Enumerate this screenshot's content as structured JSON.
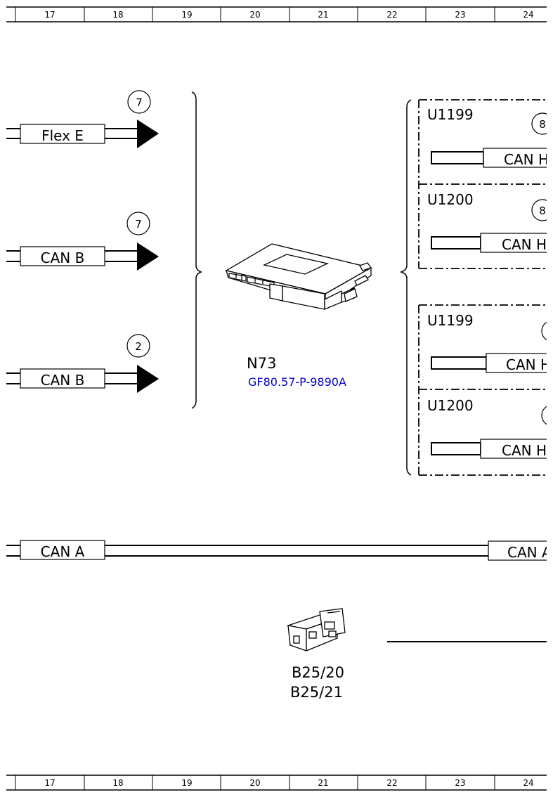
{
  "ruler": {
    "columns": [
      "17",
      "18",
      "19",
      "20",
      "21",
      "22",
      "23",
      "24"
    ]
  },
  "left_signals": [
    {
      "label": "Flex E",
      "marker": "7"
    },
    {
      "label": "CAN B",
      "marker": "7"
    },
    {
      "label": "CAN B",
      "marker": "2"
    }
  ],
  "component": {
    "name": "N73",
    "reference": "GF80.57-P-9890A"
  },
  "right_groups": [
    {
      "label": "U1199",
      "marker": "8",
      "signal": "CAN H"
    },
    {
      "label": "U1200",
      "marker": "8",
      "signal": "CAN H"
    },
    {
      "label": "U1199",
      "marker": "",
      "signal": "CAN H"
    },
    {
      "label": "U1200",
      "marker": "",
      "signal": "CAN H"
    }
  ],
  "bus": {
    "left_label": "CAN A",
    "right_label": "CAN A"
  },
  "sensor": {
    "name_1": "B25/20",
    "name_2": "B25/21"
  }
}
